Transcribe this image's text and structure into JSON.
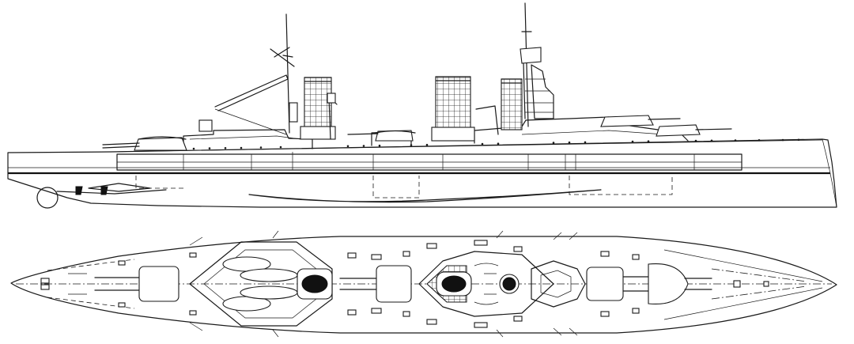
{
  "drawing": {
    "subject": "battlecruiser-line-drawing",
    "views": [
      "side-elevation",
      "plan-view"
    ],
    "colors": {
      "line": "#1a1a1a",
      "background": "#ffffff"
    }
  }
}
